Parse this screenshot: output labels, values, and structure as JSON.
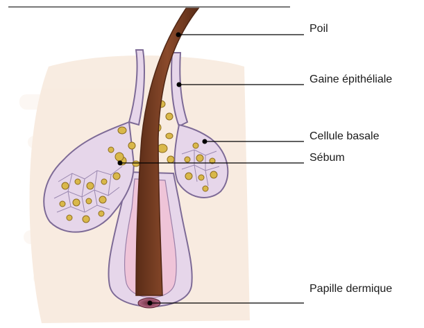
{
  "labels": {
    "poil": "Poil",
    "gaine": "Gaine épithéliale",
    "cellule": "Cellule basale",
    "sebum": "Sébum",
    "papille": "Papille dermique"
  },
  "colors": {
    "background": "#ffffff",
    "skin_tint": "#f3dcc8",
    "hair": "#7a3f24",
    "hair_dark": "#4f2614",
    "sheath_fill": "#e6d6ea",
    "sheath_stroke": "#7d6a96",
    "inner_sheath": "#efc4d8",
    "sebum_fill": "#d9b84a",
    "sebum_stroke": "#8c6c1e",
    "leader_line": "#000000"
  }
}
